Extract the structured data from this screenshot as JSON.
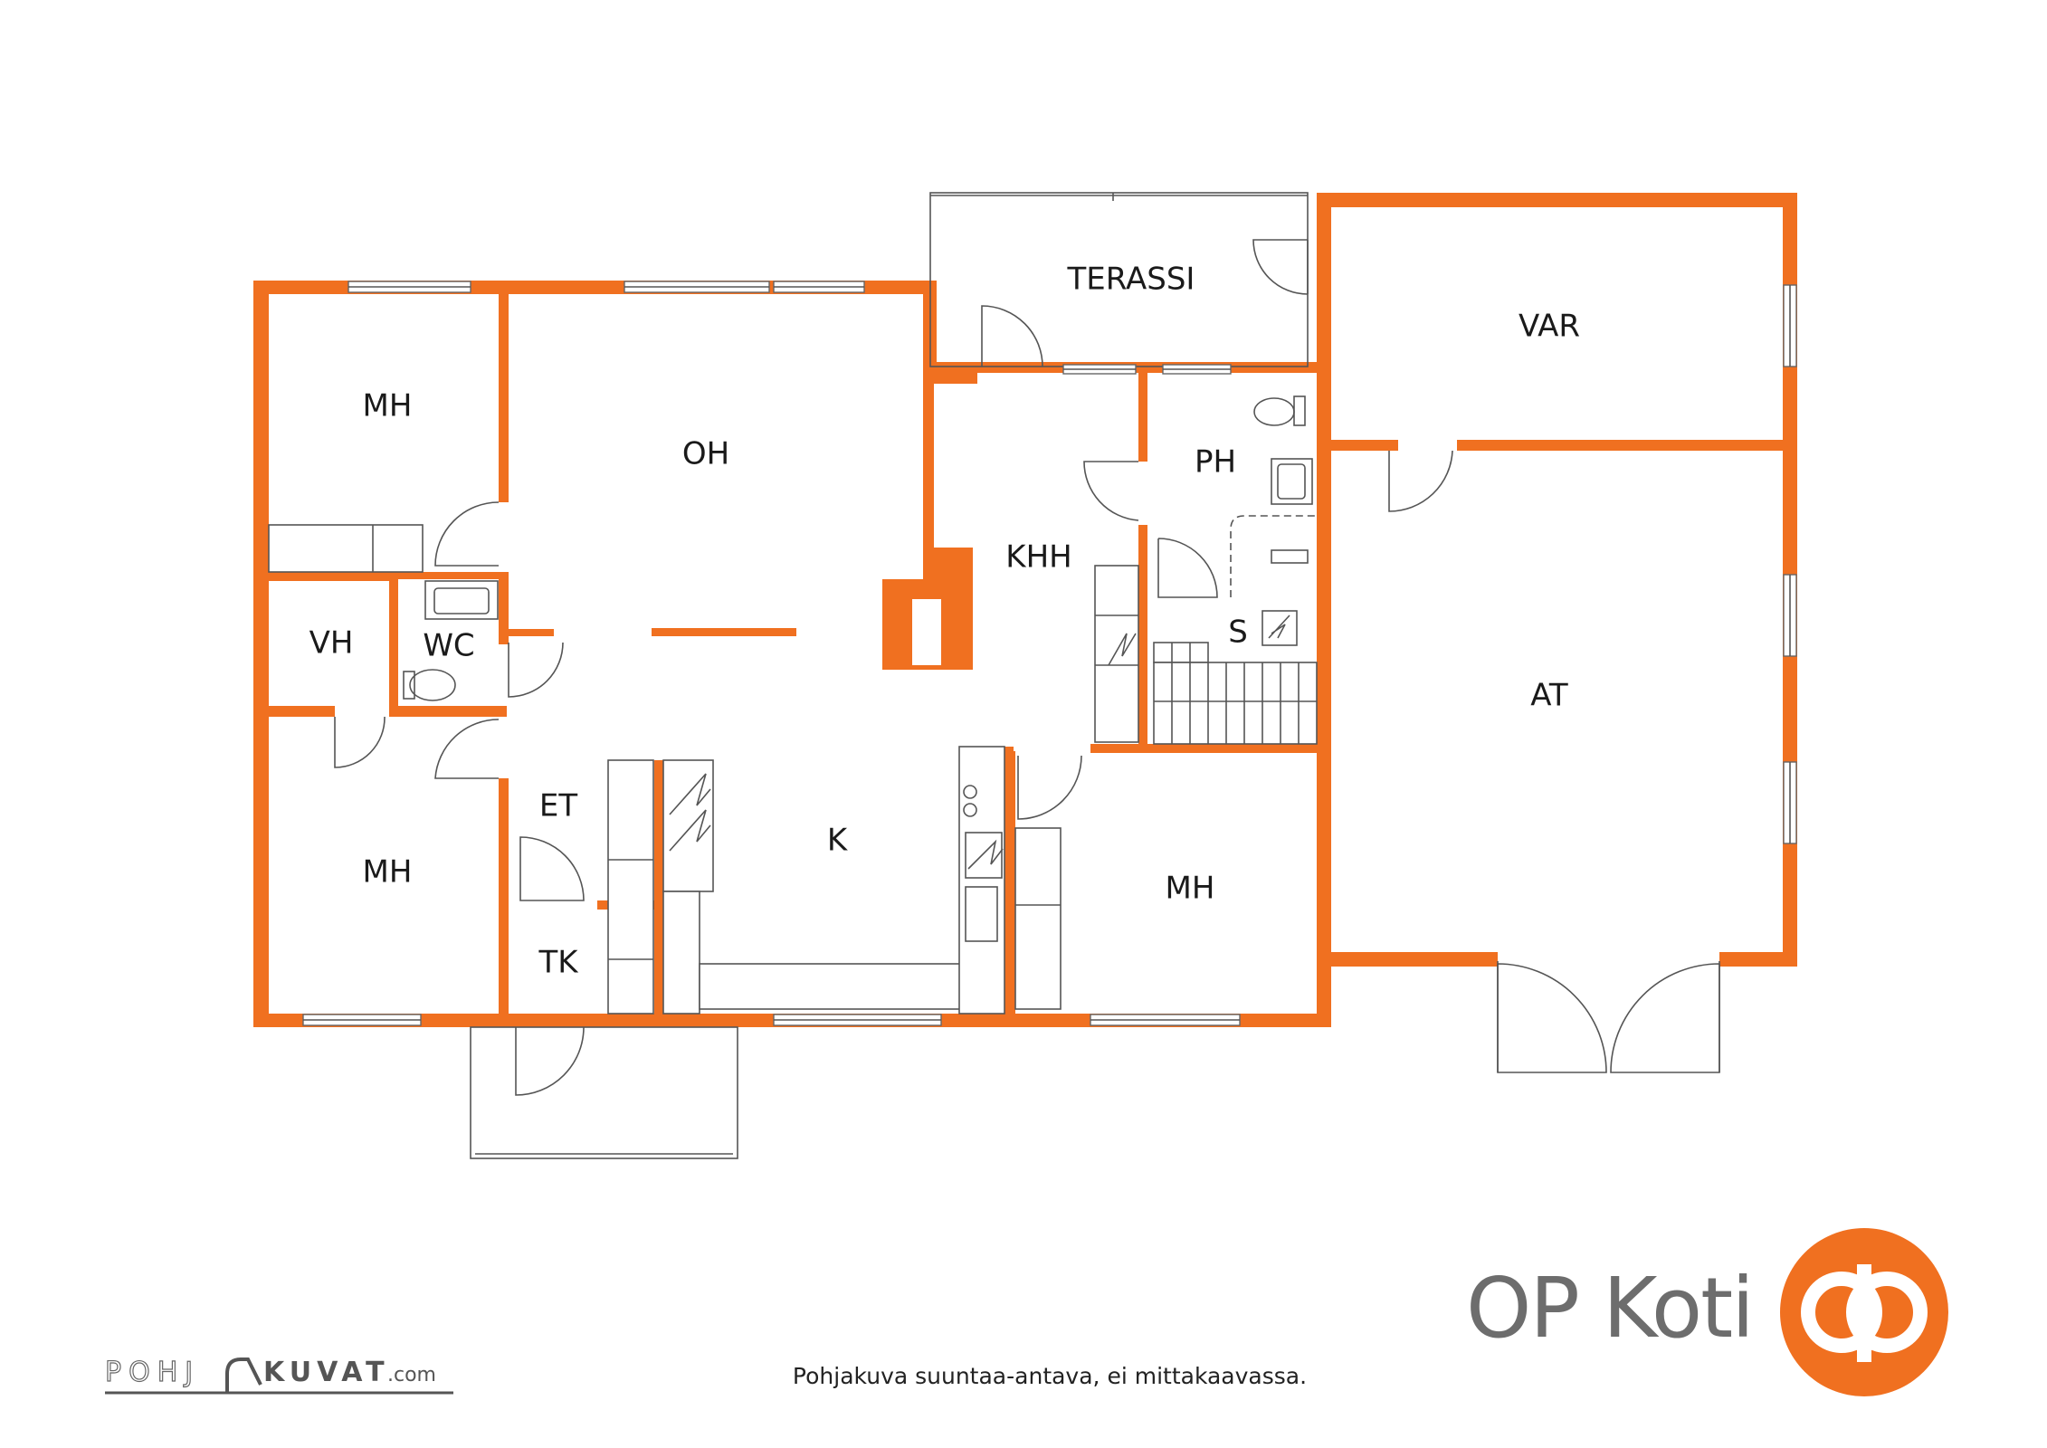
{
  "rooms": {
    "mh_1": "MH",
    "oh": "OH",
    "terassi": "TERASSI",
    "var": "VAR",
    "ph": "PH",
    "khh": "KHH",
    "vh": "VH",
    "wc": "WC",
    "s": "S",
    "at": "AT",
    "et": "ET",
    "k": "K",
    "mh_2": "MH",
    "mh_3": "MH",
    "tk": "TK"
  },
  "disclaimer": "Pohjakuva suuntaa-antava, ei mittakaavassa.",
  "brand": {
    "name": "OP Koti",
    "color": "#f07020",
    "text_color": "#6d6d6d"
  },
  "source_logo": {
    "part1": "POHJ",
    "part2": "KUVAT",
    "part3": ".com"
  },
  "colors": {
    "walls": "#f07020",
    "lines": "#555555"
  }
}
